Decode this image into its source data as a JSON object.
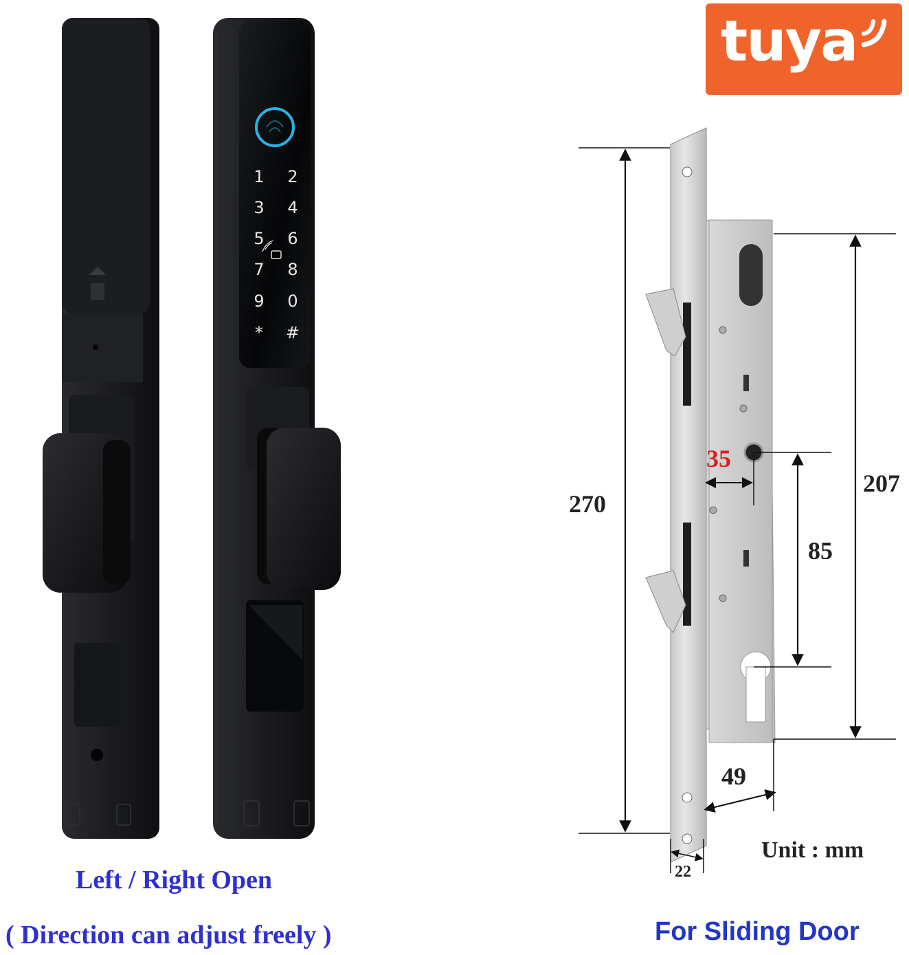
{
  "brand": {
    "logo_text": "tuya",
    "logo_color": "#f0642b"
  },
  "left_caption": {
    "line1": "Left / Right Open",
    "line2": "( Direction can adjust freely )",
    "color": "#2f2fd0"
  },
  "keypad": {
    "keys": [
      "1",
      "2",
      "3",
      "4",
      "5",
      "6",
      "7",
      "8",
      "9",
      "0",
      "*",
      "#"
    ]
  },
  "diagram": {
    "dimensions": {
      "total_height": "270",
      "body_height": "207",
      "backset": "35",
      "center_distance": "85",
      "depth": "49",
      "faceplate_width": "22"
    },
    "unit_label": "Unit : mm",
    "backset_color": "#d62020"
  },
  "right_caption": {
    "text": "For Sliding Door",
    "color": "#2336c4"
  }
}
